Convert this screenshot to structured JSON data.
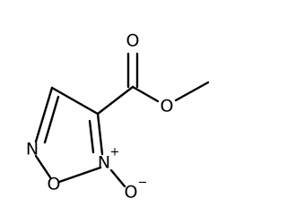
{
  "molecule": {
    "atoms": {
      "carbonyl_oxygen": "O",
      "ester_oxygen": "O",
      "ring_nitrogen": "N",
      "ring_oxygen": "O",
      "oxide_nitrogen": "N",
      "oxide_nitrogen_charge": "+",
      "oxide_oxygen": "O",
      "oxide_oxygen_charge": "−"
    },
    "colors": {
      "bond": "#000000",
      "label": "#000000",
      "background": "#ffffff"
    }
  }
}
